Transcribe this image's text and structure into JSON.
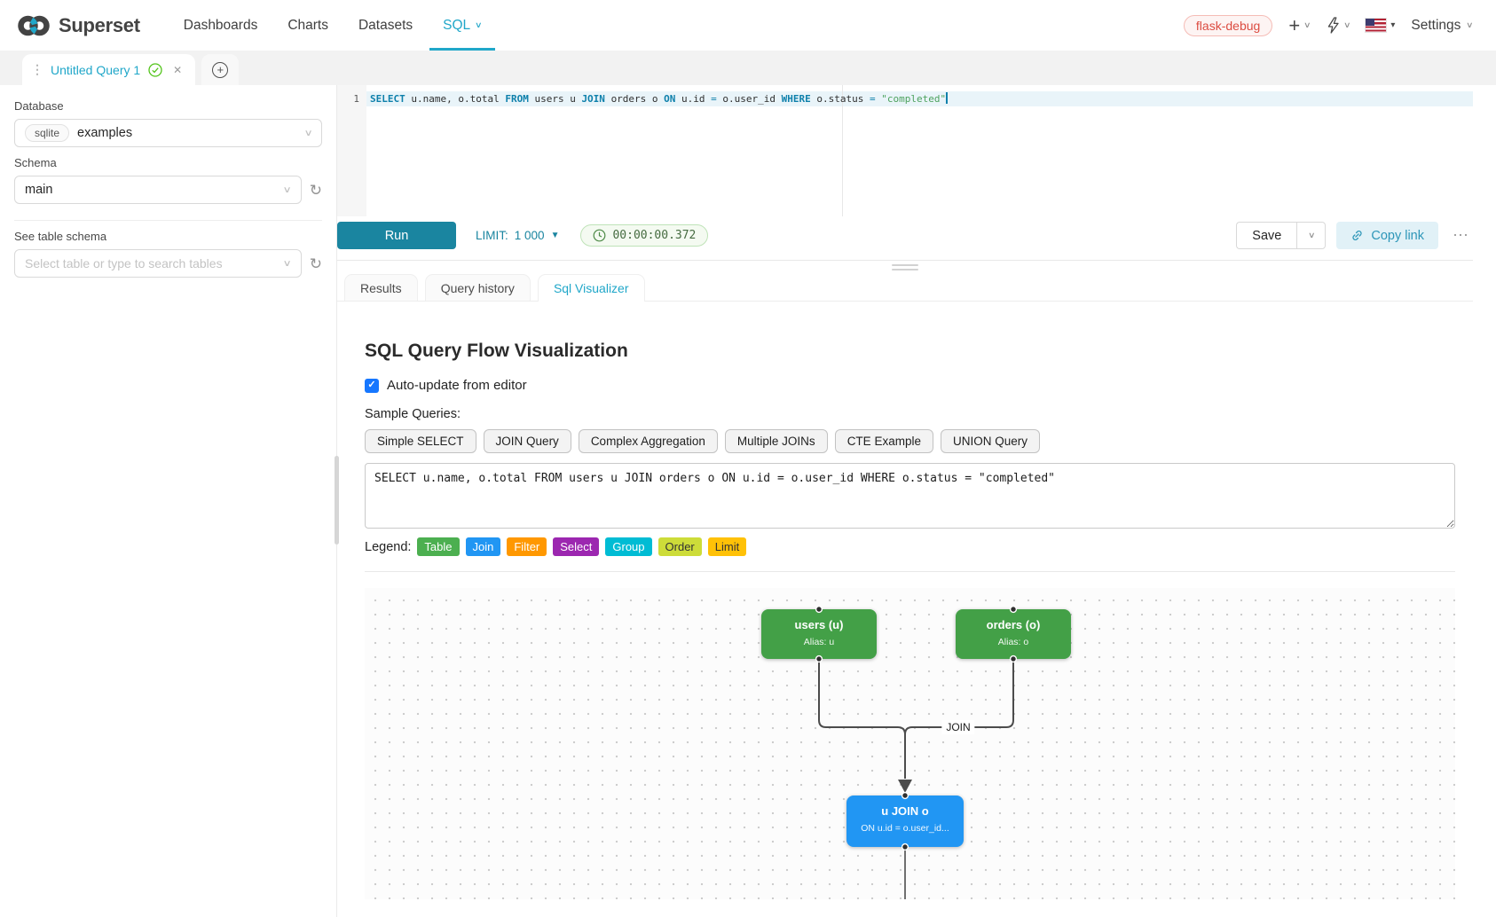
{
  "header": {
    "brand": "Superset",
    "nav": [
      {
        "label": "Dashboards"
      },
      {
        "label": "Charts"
      },
      {
        "label": "Datasets"
      },
      {
        "label": "SQL"
      }
    ],
    "nav_caret": "∨",
    "env_badge": "flask-debug",
    "plus_glyph": "+",
    "caret_glyph": "∨",
    "flag_caret_glyph": "▾",
    "settings_label": "Settings"
  },
  "query_tab": {
    "drag_glyph": "⋮",
    "title": "Untitled Query 1",
    "close_glyph": "✕",
    "add_glyph": "+"
  },
  "sidebar": {
    "database_label": "Database",
    "database_engine": "sqlite",
    "database_value": "examples",
    "schema_label": "Schema",
    "schema_value": "main",
    "table_label": "See table schema",
    "table_placeholder": "Select table or type to search tables",
    "chevron_glyph": "∨",
    "refresh_glyph": "↻"
  },
  "editor": {
    "line_number": "1",
    "tokens": [
      {
        "t": "SELECT "
      },
      {
        "t": "u.name, o.total "
      },
      {
        "t": "FROM "
      },
      {
        "t": "users u "
      },
      {
        "t": "JOIN "
      },
      {
        "t": "orders o "
      },
      {
        "t": "ON "
      },
      {
        "t": "u.id "
      },
      {
        "t": "= "
      },
      {
        "t": "o.user_id "
      },
      {
        "t": "WHERE "
      },
      {
        "t": "o.status "
      },
      {
        "t": "= "
      },
      {
        "t": "\"completed\""
      }
    ]
  },
  "toolbar": {
    "run_label": "Run",
    "limit_label": "LIMIT:",
    "limit_value": "1 000",
    "limit_caret": "▼",
    "timer_value": "00:00:00.372",
    "save_label": "Save",
    "save_caret": "∨",
    "copy_link_label": "Copy link",
    "more_glyph": "⋯"
  },
  "result_tabs": [
    {
      "label": "Results"
    },
    {
      "label": "Query history"
    },
    {
      "label": "Sql Visualizer"
    }
  ],
  "visualizer": {
    "title": "SQL Query Flow Visualization",
    "auto_update_label": "Auto-update from editor",
    "check_glyph": "✓",
    "samples_label": "Sample Queries:",
    "sample_queries": [
      "Simple SELECT",
      "JOIN Query",
      "Complex Aggregation",
      "Multiple JOINs",
      "CTE Example",
      "UNION Query"
    ],
    "query_text": "SELECT u.name, o.total FROM users u JOIN orders o ON u.id = o.user_id WHERE o.status = \"completed\"",
    "legend_label": "Legend:",
    "legend": [
      {
        "label": "Table",
        "bg": "#4caf50",
        "fg": "#ffffff"
      },
      {
        "label": "Join",
        "bg": "#2196f3",
        "fg": "#ffffff"
      },
      {
        "label": "Filter",
        "bg": "#ff9800",
        "fg": "#ffffff"
      },
      {
        "label": "Select",
        "bg": "#9c27b0",
        "fg": "#ffffff"
      },
      {
        "label": "Group",
        "bg": "#00bcd4",
        "fg": "#ffffff"
      },
      {
        "label": "Order",
        "bg": "#cddc39",
        "fg": "#333333"
      },
      {
        "label": "Limit",
        "bg": "#ffc107",
        "fg": "#333333"
      }
    ],
    "flow": {
      "nodes": [
        {
          "title": "users (u)",
          "subtitle": "Alias: u",
          "color": "#43a047"
        },
        {
          "title": "orders (o)",
          "subtitle": "Alias: o",
          "color": "#43a047"
        },
        {
          "title": "u JOIN o",
          "subtitle": "ON u.id = o.user_id...",
          "color": "#2196f3"
        }
      ],
      "edge_label": "JOIN"
    },
    "colors": {
      "accent": "#20a7c9",
      "run_button": "#1a85a0",
      "edge": "#4c4c4c"
    }
  }
}
